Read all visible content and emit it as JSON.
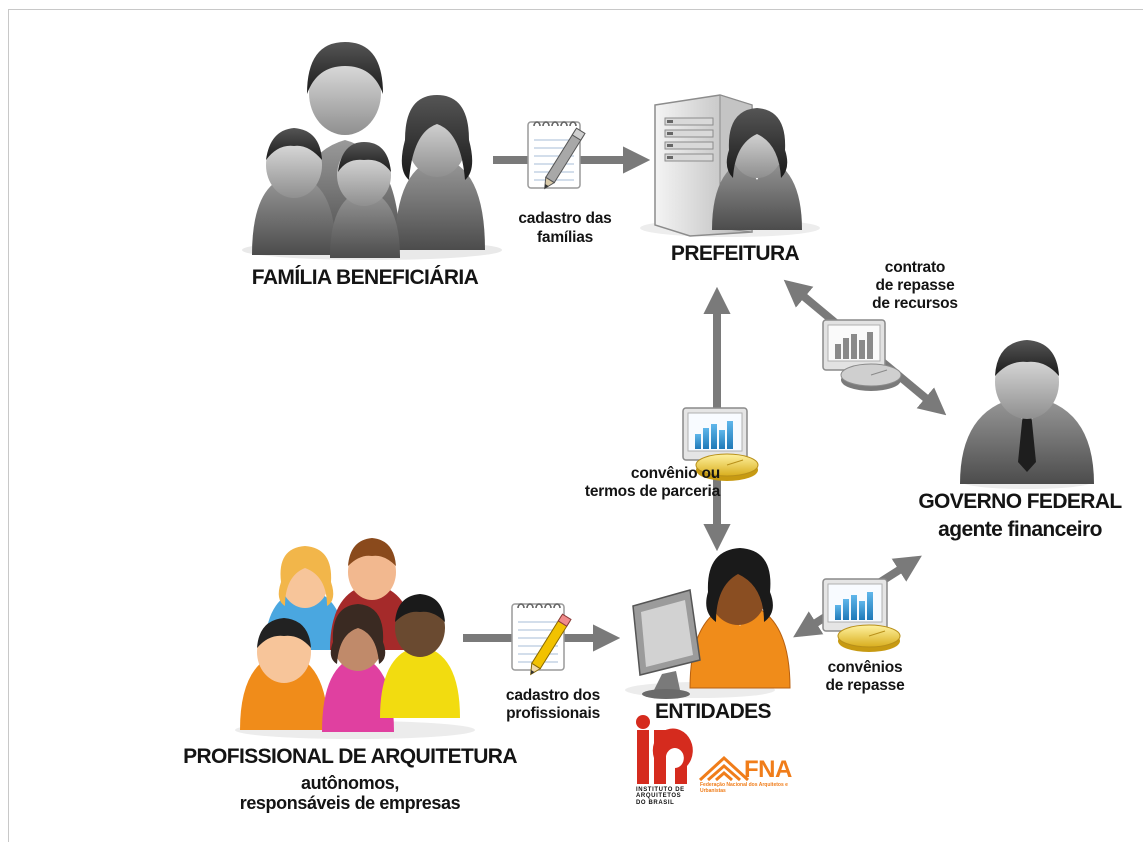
{
  "nodes": {
    "familia": "FAMÍLIA BENEFICIÁRIA",
    "prefeitura": "PREFEITURA",
    "governo": "GOVERNO FEDERAL",
    "governo_sub": "agente financeiro",
    "entidades": "ENTIDADES",
    "profissional": "PROFISSIONAL DE ARQUITETURA",
    "profissional_sub1": "autônomos,",
    "profissional_sub2": "responsáveis de empresas"
  },
  "edges": {
    "cadastro_familias_1": "cadastro das",
    "cadastro_familias_2": "famílias",
    "contrato_1": "contrato",
    "contrato_2": "de repasse",
    "contrato_3": "de recursos",
    "convenio_1": "convênio ou",
    "convenio_2": "termos de parceria",
    "convenios_1": "convênios",
    "convenios_2": "de repasse",
    "cadastro_prof_1": "cadastro dos",
    "cadastro_prof_2": "profissionais"
  },
  "logos": {
    "iab_short": "iab",
    "iab_1": "INSTITUTO DE",
    "iab_2": "ARQUITETOS",
    "iab_3": "DO BRASIL",
    "fna_short": "FNA",
    "fna_full": "Federação Nacional dos Arquitetos e Urbanistas"
  },
  "colors": {
    "arrow": "#7a7a7a",
    "gray_person": "#6e6e6e",
    "coin": "#e6c23a",
    "iab_red": "#d52b1e",
    "fna_orange": "#f07d1a"
  }
}
